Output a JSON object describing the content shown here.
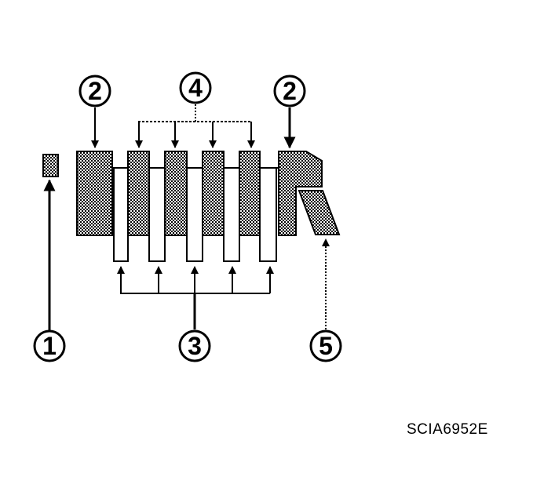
{
  "callouts": {
    "c1": "1",
    "c2_left": "2",
    "c2_right": "2",
    "c3": "3",
    "c4": "4",
    "c5": "5"
  },
  "reference_code": "SCIA6952E",
  "colors": {
    "ink": "#000000",
    "paper": "#ffffff"
  }
}
